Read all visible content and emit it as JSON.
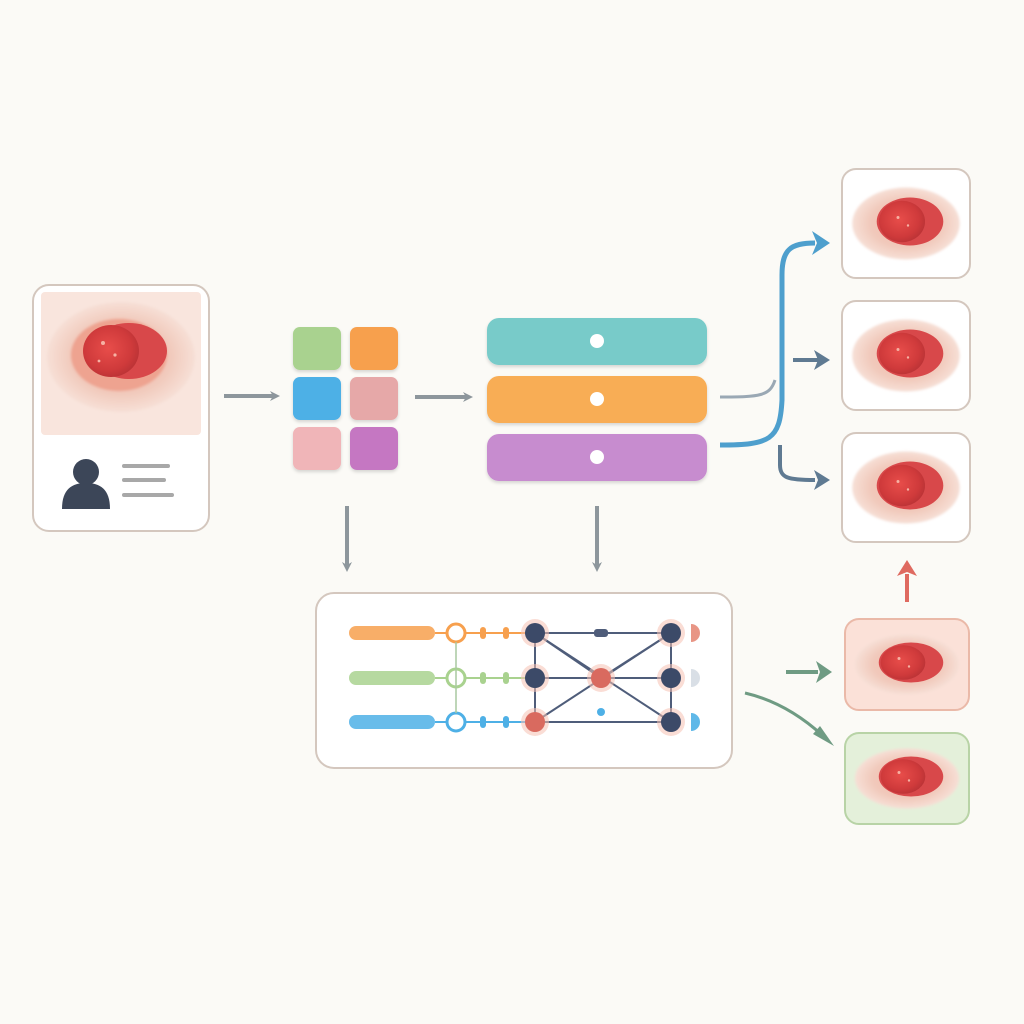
{
  "colors": {
    "background": "#fbfaf6",
    "card_border": "#d4c7be",
    "arrow_gray": "#8d969c",
    "arrow_blue": "#4e9fcd",
    "arrow_steel": "#5f7a92",
    "arrow_red": "#df6a60",
    "arrow_green": "#6f9b83",
    "node_navy": "#3c4a68",
    "node_red": "#d96a5f",
    "tile_green": "#a9d28f",
    "tile_orange": "#f7a04e",
    "tile_blue": "#4eb0e6",
    "tile_rose": "#e6a8a8",
    "tile_pink": "#f0b5b8",
    "tile_purple": "#c577c2",
    "bar_teal": "#78cbc9",
    "bar_orange": "#f8ad55",
    "bar_purple": "#c78ccf",
    "outcome_red_bg": "#fbe1d8",
    "outcome_green_bg": "#e4f0da"
  },
  "icons": {
    "patient": "person-icon",
    "wound": "wound-image-icon"
  },
  "patient_card": {
    "text_lines": 3
  },
  "feature_tiles": [
    "green",
    "orange",
    "blue",
    "rose",
    "pink",
    "purple"
  ],
  "embedding_bars": [
    "teal",
    "orange",
    "purple"
  ],
  "graph": {
    "input_bars": [
      "orange",
      "green",
      "blue"
    ],
    "node_rows": 3,
    "node_cols": 3
  },
  "outputs": {
    "top": [
      "prediction-1",
      "prediction-2",
      "prediction-3"
    ],
    "bottom": [
      "outcome-red",
      "outcome-green"
    ]
  }
}
